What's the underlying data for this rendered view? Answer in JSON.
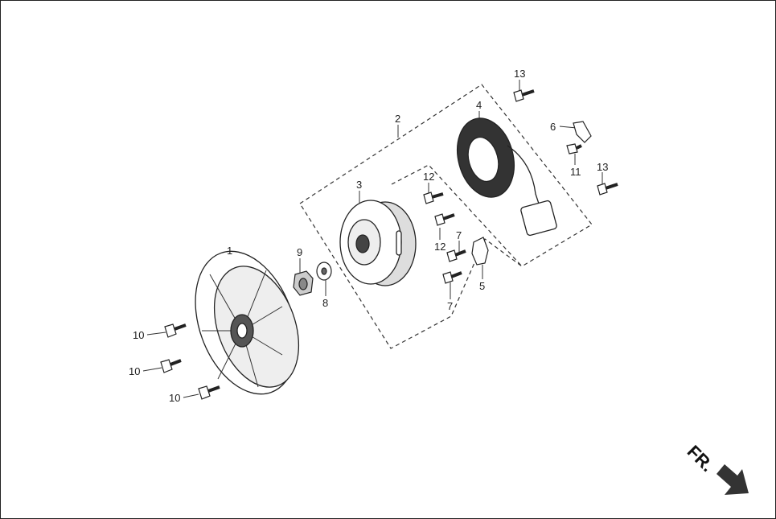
{
  "callouts": [
    "1",
    "2",
    "3",
    "4",
    "5",
    "6",
    "7",
    "7",
    "8",
    "9",
    "10",
    "10",
    "10",
    "11",
    "12",
    "12",
    "13",
    "13"
  ],
  "direction_marker": {
    "text": "FR.",
    "icon": "arrow-down-right-icon"
  }
}
